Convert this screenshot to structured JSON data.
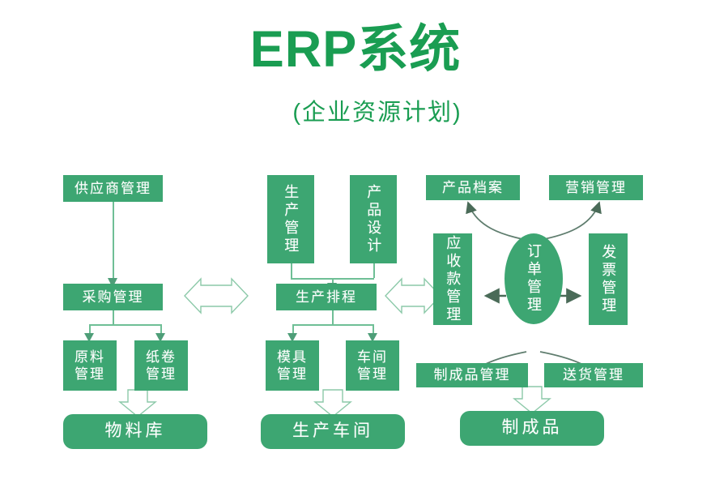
{
  "header": {
    "title": "ERP系统",
    "subtitle": "(企业资源计划)"
  },
  "colors": {
    "title_green": "#1a9d52",
    "box_fill": "#3da672",
    "line_green": "#6fbf96",
    "arrow_dark": "#4a6b58",
    "background": "#ffffff",
    "box_text": "#ffffff"
  },
  "diagram": {
    "type": "flowchart",
    "columns": [
      {
        "name": "procurement",
        "nodes": [
          "供应商管理",
          "采购管理",
          "原料管理",
          "纸卷管理",
          "物料库"
        ]
      },
      {
        "name": "production",
        "nodes": [
          "生产管理",
          "产品设计",
          "生产排程",
          "模具管理",
          "车间管理",
          "生产车间"
        ]
      },
      {
        "name": "sales",
        "nodes": [
          "产品档案",
          "营销管理",
          "应收款管理",
          "订单管理",
          "发票管理",
          "制成品管理",
          "送货管理",
          "制成品"
        ]
      }
    ],
    "nodes": {
      "supplier_mgmt": "供应商管理",
      "purchase_mgmt": "采购管理",
      "raw_material": "原料\n管理",
      "paper_roll": "纸卷\n管理",
      "material_store": "物料库",
      "production_mgmt": "生产管理",
      "product_design": "产品设计",
      "production_sched": "生产排程",
      "mold_mgmt": "模具\n管理",
      "workshop_mgmt": "车间\n管理",
      "production_shop": "生产车间",
      "product_archive": "产品档案",
      "marketing_mgmt": "营销管理",
      "receivable_mgmt": "应收款管理",
      "order_mgmt": "订单管理",
      "invoice_mgmt": "发票管理",
      "finished_mgmt": "制成品管理",
      "delivery_mgmt": "送货管理",
      "finished_goods": "制成品"
    },
    "connectors": [
      {
        "name": "supplier-to-purchase",
        "from": "供应商管理",
        "to": "采购管理",
        "style": "solid-arrow-down"
      },
      {
        "name": "purchase-to-raw-material",
        "from": "采购管理",
        "to": "原料管理",
        "style": "solid-arrow-down"
      },
      {
        "name": "purchase-to-paper-roll",
        "from": "采购管理",
        "to": "纸卷管理",
        "style": "solid-arrow-down"
      },
      {
        "name": "raw-to-material-store",
        "from": "原料管理/纸卷管理",
        "to": "物料库",
        "style": "hollow-block-arrow-down"
      },
      {
        "name": "production-to-schedule",
        "from": "生产管理",
        "to": "生产排程",
        "style": "solid-arrow-down"
      },
      {
        "name": "design-to-schedule",
        "from": "产品设计",
        "to": "生产排程",
        "style": "solid-arrow-down"
      },
      {
        "name": "schedule-to-mold",
        "from": "生产排程",
        "to": "模具管理",
        "style": "solid-arrow-down"
      },
      {
        "name": "schedule-to-workshop",
        "from": "生产排程",
        "to": "车间管理",
        "style": "solid-arrow-down"
      },
      {
        "name": "mold-to-production-shop",
        "from": "模具管理/车间管理",
        "to": "生产车间",
        "style": "hollow-block-arrow-down"
      },
      {
        "name": "purchase-schedule-link",
        "from": "采购管理",
        "to": "生产排程",
        "style": "hollow-double-arrow"
      },
      {
        "name": "schedule-receivable-link",
        "from": "生产排程",
        "to": "应收款管理",
        "style": "hollow-double-arrow"
      },
      {
        "name": "order-to-receivable",
        "from": "订单管理",
        "to": "应收款管理",
        "style": "thin-arrow-left"
      },
      {
        "name": "order-to-invoice",
        "from": "订单管理",
        "to": "发票管理",
        "style": "thin-arrow-right"
      },
      {
        "name": "order-to-product-archive",
        "from": "订单管理",
        "to": "产品档案",
        "style": "curved-arrow-up-left"
      },
      {
        "name": "order-to-marketing",
        "from": "订单管理",
        "to": "营销管理",
        "style": "curved-arrow-up-right"
      },
      {
        "name": "order-to-finished-mgmt",
        "from": "订单管理",
        "to": "制成品管理",
        "style": "curved-arrow-down-left"
      },
      {
        "name": "order-to-delivery",
        "from": "订单管理",
        "to": "送货管理",
        "style": "curved-arrow-down-right"
      },
      {
        "name": "finished-to-goods",
        "from": "制成品管理/送货管理",
        "to": "制成品",
        "style": "hollow-block-arrow-down"
      }
    ]
  }
}
